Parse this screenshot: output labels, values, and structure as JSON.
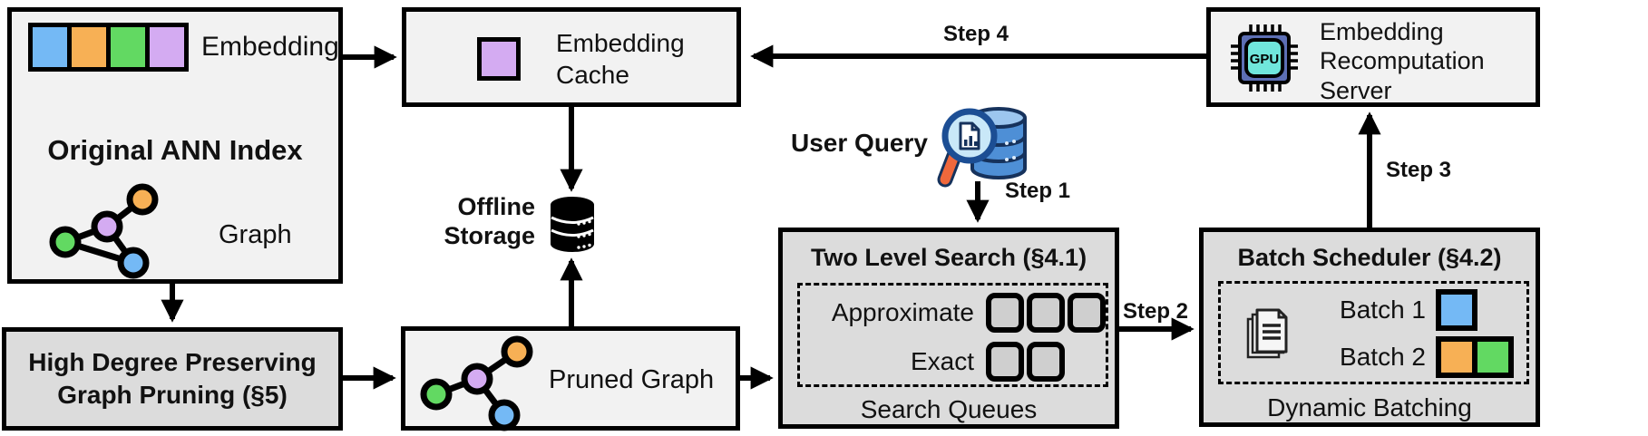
{
  "colors": {
    "blue": "#74B9F5",
    "orange": "#F7B055",
    "green": "#62D962",
    "purple": "#D4ABF2",
    "box_light": "#F2F2F2",
    "box_dark": "#DCDCDC",
    "gpu_body": "#5D6FB5",
    "gpu_screen": "#70E6DC",
    "db_blue": "#4E8FD6",
    "db_blue_top": "#9CC6EF",
    "magnifier_lens": "#C9E8F8",
    "magnifier_rim": "#1C4E94",
    "magnifier_handle": "#F0683C"
  },
  "ann_index": {
    "embedding_label": "Embedding",
    "title": "Original ANN Index",
    "graph_label": "Graph"
  },
  "embedding_cache": {
    "label": "Embedding Cache"
  },
  "recomputation_server": {
    "label": "Embedding Recomputation Server",
    "gpu_text": "GPU"
  },
  "offline_storage": {
    "label": "Offline Storage"
  },
  "user_query": {
    "label": "User Query"
  },
  "steps": {
    "step1": "Step 1",
    "step2": "Step 2",
    "step3": "Step 3",
    "step4": "Step 4"
  },
  "two_level_search": {
    "title": "Two Level Search (§4.1)",
    "approximate_label": "Approximate",
    "approximate_queue_count": 3,
    "exact_label": "Exact",
    "exact_queue_count": 2,
    "caption": "Search Queues"
  },
  "batch_scheduler": {
    "title": "Batch Scheduler (§4.2)",
    "batch1_label": "Batch 1",
    "batch2_label": "Batch 2",
    "caption": "Dynamic Batching"
  },
  "pruning": {
    "title": "High Degree Preserving Graph Pruning (§5)"
  },
  "pruned_graph": {
    "label": "Pruned Graph"
  }
}
